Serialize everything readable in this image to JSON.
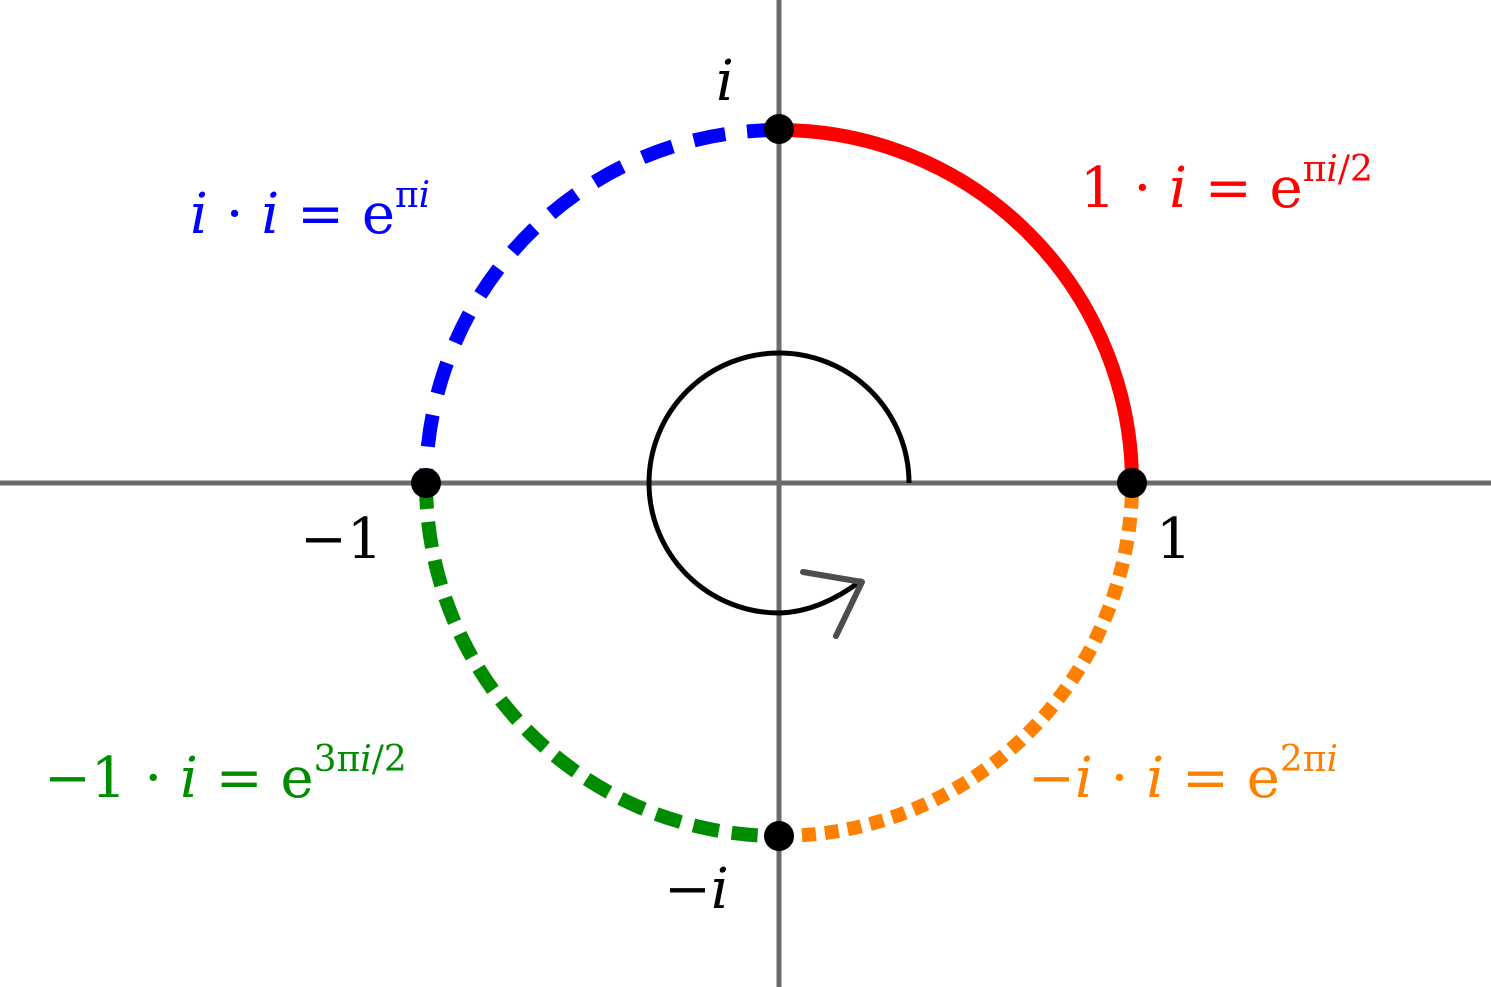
{
  "axis_labels": {
    "plus_one": "1",
    "minus_one": "−1",
    "plus_i": "i",
    "minus_i": "−i"
  },
  "equations": {
    "red": {
      "lhs_a": "1",
      "dot": "·",
      "lhs_b": "i",
      "eq": "=",
      "base": "e",
      "exp_a": "π",
      "exp_b": "i",
      "exp_c": "/2"
    },
    "blue": {
      "lhs_a": "i",
      "dot": "·",
      "lhs_b": "i",
      "eq": "=",
      "base": "e",
      "exp_a": "π",
      "exp_b": "i",
      "exp_c": ""
    },
    "green": {
      "lhs_a": "−1",
      "dot": "·",
      "lhs_b": "i",
      "eq": "=",
      "base": "e",
      "exp_a": "3π",
      "exp_b": "i",
      "exp_c": "/2"
    },
    "orange": {
      "lhs_a": "−i",
      "dot": "·",
      "lhs_b": "i",
      "eq": "=",
      "base": "e",
      "exp_a": "2π",
      "exp_b": "i",
      "exp_c": ""
    }
  },
  "colors": {
    "axis": "#6b6b6b",
    "red": "#ff0000",
    "blue": "#0000ff",
    "green": "#008c00",
    "orange": "#ff8000",
    "point": "#000000",
    "rotation_arrow": "#000000",
    "arrow_head": "#4d4d4d"
  },
  "arcs": [
    {
      "name": "red-arc",
      "from_deg": 0,
      "to_deg": 90,
      "style": "solid"
    },
    {
      "name": "blue-arc",
      "from_deg": 90,
      "to_deg": 180,
      "style": "dashed"
    },
    {
      "name": "green-arc",
      "from_deg": 180,
      "to_deg": 270,
      "style": "dashed"
    },
    {
      "name": "orange-arc",
      "from_deg": 270,
      "to_deg": 360,
      "style": "dotted"
    }
  ]
}
